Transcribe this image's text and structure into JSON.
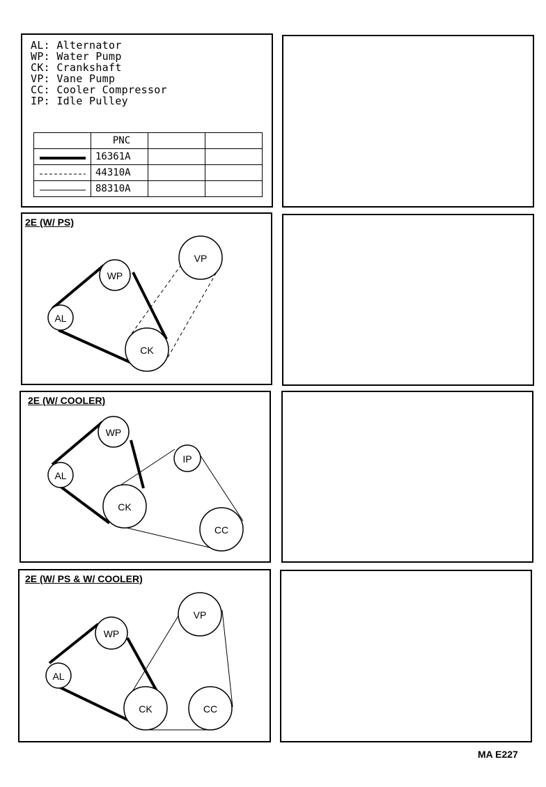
{
  "legend": {
    "items": [
      {
        "code": "AL",
        "name": "Alternator"
      },
      {
        "code": "WP",
        "name": "Water Pump"
      },
      {
        "code": "CK",
        "name": "Crankshaft"
      },
      {
        "code": "VP",
        "name": "Vane Pump"
      },
      {
        "code": "CC",
        "name": "Cooler Compressor"
      },
      {
        "code": "IP",
        "name": "Idle Pulley"
      }
    ],
    "pnc_header": "PNC",
    "pnc_rows": [
      {
        "line_style": "thick-solid",
        "pnc": "16361A"
      },
      {
        "line_style": "dashed",
        "pnc": "44310A"
      },
      {
        "line_style": "thin-solid",
        "pnc": "88310A"
      }
    ]
  },
  "diagrams": [
    {
      "title": "2E (W/ PS)",
      "pulleys": {
        "AL": "AL",
        "WP": "WP",
        "CK": "CK",
        "VP": "VP"
      }
    },
    {
      "title": "2E (W/ COOLER)",
      "pulleys": {
        "AL": "AL",
        "WP": "WP",
        "CK": "CK",
        "IP": "IP",
        "CC": "CC"
      }
    },
    {
      "title": "2E (W/ PS & W/ COOLER)",
      "pulleys": {
        "AL": "AL",
        "WP": "WP",
        "CK": "CK",
        "VP": "VP",
        "CC": "CC"
      }
    }
  ],
  "footer_code": "MA E227"
}
